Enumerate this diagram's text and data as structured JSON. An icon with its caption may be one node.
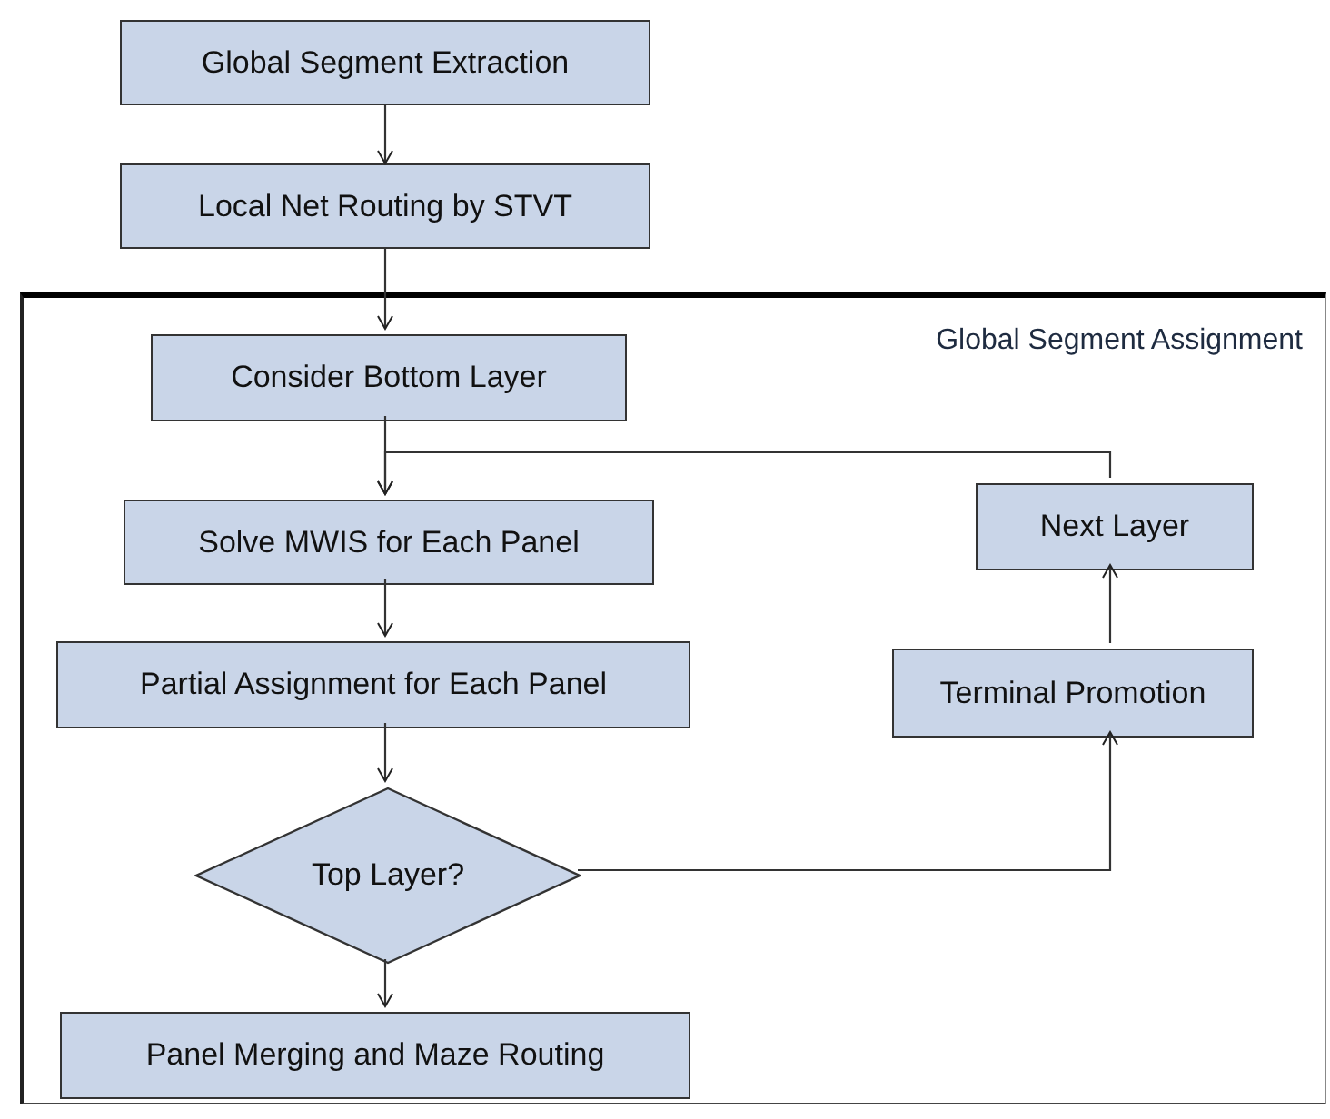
{
  "diagram": {
    "nodes": [
      {
        "text": [
          "Global Segment Extraction"
        ]
      },
      {
        "text": [
          "Local Net Routing by STVT"
        ]
      },
      {
        "text": [
          "Global Segment Assignment"
        ]
      },
      {
        "text": [
          "Consider Bottom Layer"
        ],
        "in": 2
      },
      {
        "text": [
          "Solve MWIS for Each Panel"
        ],
        "in": 2
      },
      {
        "text": [
          "Partial Assignment for Each Panel"
        ],
        "in": 2
      },
      {
        "text": [
          "Top Layer?"
        ],
        "in": 2
      },
      {
        "text": [
          "Panel Merging and Maze Routing"
        ],
        "in": 2
      },
      {
        "text": [
          "Next Layer"
        ],
        "in": 2
      },
      {
        "text": [
          "Terminal Promotion"
        ],
        "in": 2
      }
    ],
    "edges": [
      {
        "from": 0,
        "to": 1,
        "arrow": "to"
      },
      {
        "from": 1,
        "to": 3,
        "arrow": "to"
      },
      {
        "from": 3,
        "to": 4,
        "arrow": "to"
      },
      {
        "from": 4,
        "to": 5,
        "arrow": "to"
      },
      {
        "from": 5,
        "to": 6,
        "arrow": "to"
      },
      {
        "from": 6,
        "to": 7,
        "arrow": "to"
      },
      {
        "from": 6,
        "to": 9,
        "arrow": "to"
      },
      {
        "from": 9,
        "to": 8,
        "arrow": "to"
      },
      {
        "from": 8,
        "to": 4,
        "arrow": "to"
      }
    ]
  }
}
